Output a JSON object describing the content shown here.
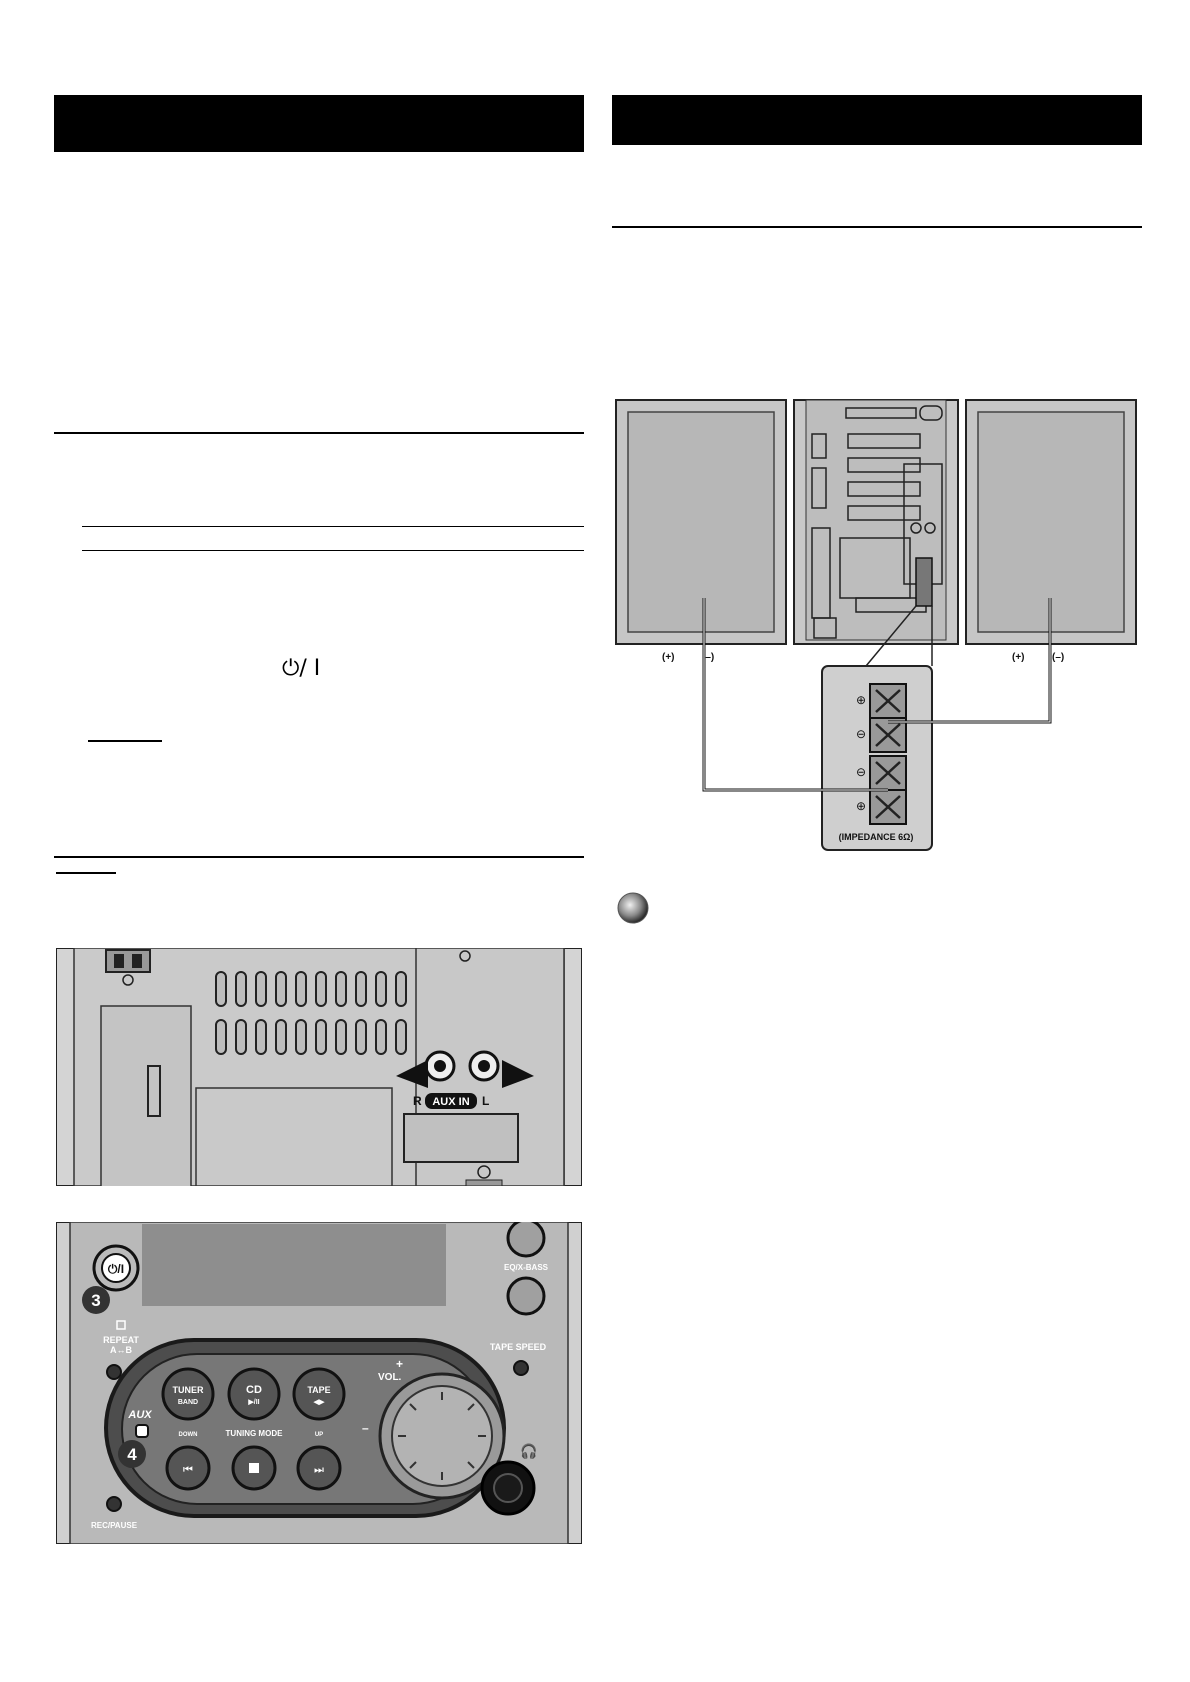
{
  "left_column": {
    "header_bar": "",
    "power_symbol": "⏻/ I"
  },
  "right_column": {
    "header_bar": ""
  },
  "speaker_diagram": {
    "left_speaker_polarity": [
      "(+)",
      "(–)"
    ],
    "right_speaker_polarity": [
      "(+)",
      "(–)"
    ],
    "terminal_label": "(IMPEDANCE 6Ω)"
  },
  "aux_panel": {
    "jack_labels": [
      "R",
      "AUX IN",
      "L"
    ]
  },
  "front_panel": {
    "step_numbers": [
      "3",
      "4"
    ],
    "buttons": {
      "power": "⏻/I",
      "repeat": "REPEAT",
      "repeat_sub": "A↔B",
      "tuner": "TUNER",
      "tuner_sub": "BAND",
      "cd": "CD",
      "cd_sub": "▶/II",
      "tape": "TAPE",
      "tape_sub": "◀▶",
      "aux": "AUX",
      "eq": "EQ/X-BASS",
      "tape_speed": "TAPE SPEED",
      "rec_pause": "REC/PAUSE",
      "volume": "VOL.",
      "tuning_mode": "TUNING MODE",
      "down": "DOWN",
      "up": "UP"
    }
  }
}
